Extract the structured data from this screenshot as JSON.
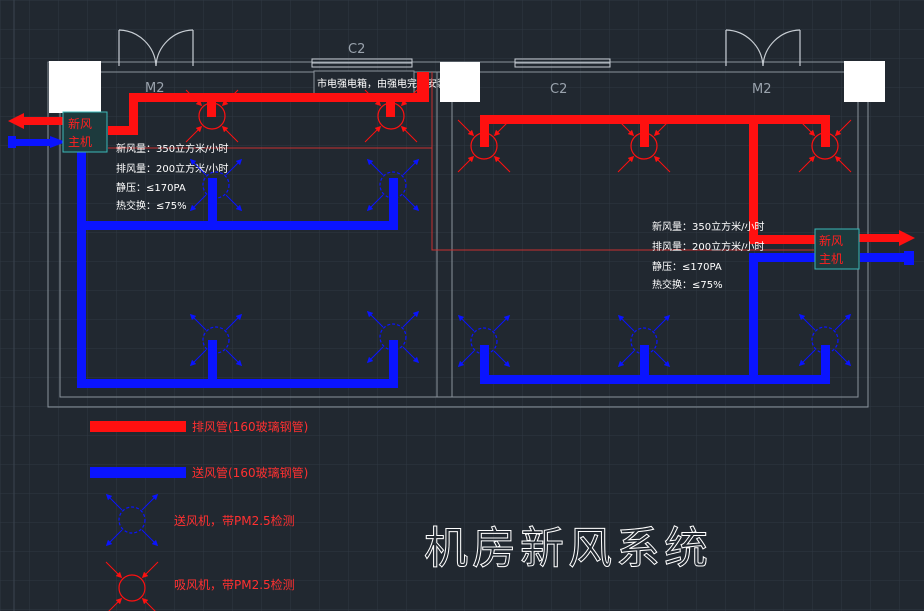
{
  "door_labels": {
    "c2_left": "C2",
    "c2_right": "C2",
    "m2_left": "M2",
    "m2_right": "M2"
  },
  "wall_note": "市电强电箱，由强电完成安装",
  "units": {
    "left": {
      "label_line1": "新风",
      "label_line2": "主机"
    },
    "right": {
      "label_line1": "新风",
      "label_line2": "主机"
    }
  },
  "specs": {
    "left": {
      "fresh_air": "新风量：350立方米/小时",
      "exhaust": "排风量：200立方米/小时",
      "static_pressure": "静压：≤170PA",
      "heat_exchange": "热交换：≤75%"
    },
    "right": {
      "fresh_air": "新风量：350立方米/小时",
      "exhaust": "排风量：200立方米/小时",
      "static_pressure": "静压：≤170PA",
      "heat_exchange": "热交换：≤75%"
    }
  },
  "legend": {
    "exhaust_pipe": "排风管(160玻璃钢管)",
    "supply_pipe": "送风管(160玻璃钢管)",
    "supply_fan": "送风机，带PM2.5检测",
    "exhaust_fan": "吸风机，带PM2.5检测"
  },
  "title": "机房新风系统",
  "colors": {
    "background": "#212830",
    "grid": "#2f3842",
    "wall": "#8a939c",
    "exhaust_red": "#ff1010",
    "supply_blue": "#0a14ff",
    "unit_cyan": "#3ab8b8",
    "thin_red": "#c83030"
  }
}
